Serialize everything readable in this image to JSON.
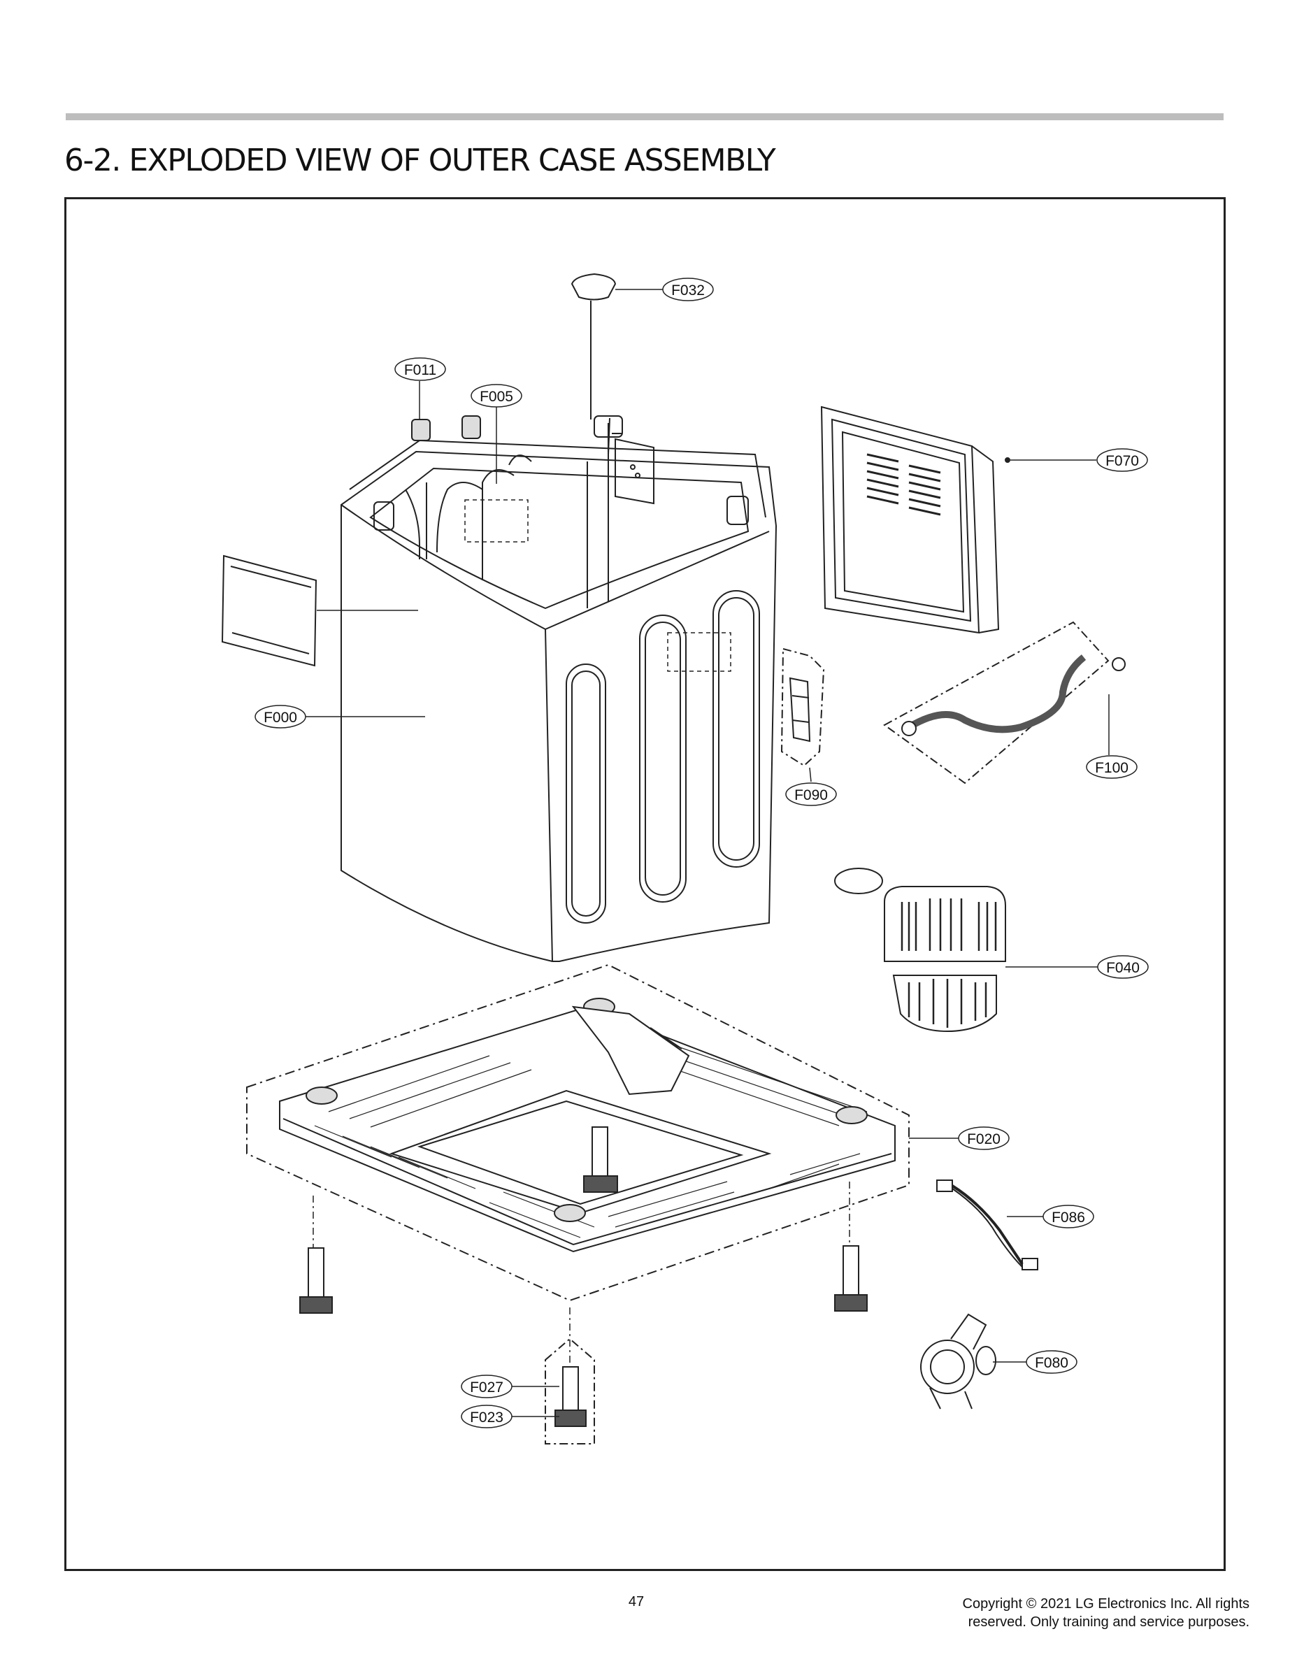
{
  "header": {
    "title": "6-2. EXPLODED VIEW OF OUTER CASE ASSEMBLY"
  },
  "parts": {
    "f032": "F032",
    "f011": "F011",
    "f005": "F005",
    "f070": "F070",
    "f000": "F000",
    "f100": "F100",
    "f090": "F090",
    "f040": "F040",
    "f020": "F020",
    "f086": "F086",
    "f080": "F080",
    "f027": "F027",
    "f023": "F023"
  },
  "footer": {
    "page_number": "47",
    "copyright_line1": "Copyright © 2021 LG Electronics Inc. All rights",
    "copyright_line2": "reserved. Only training and service purposes."
  }
}
